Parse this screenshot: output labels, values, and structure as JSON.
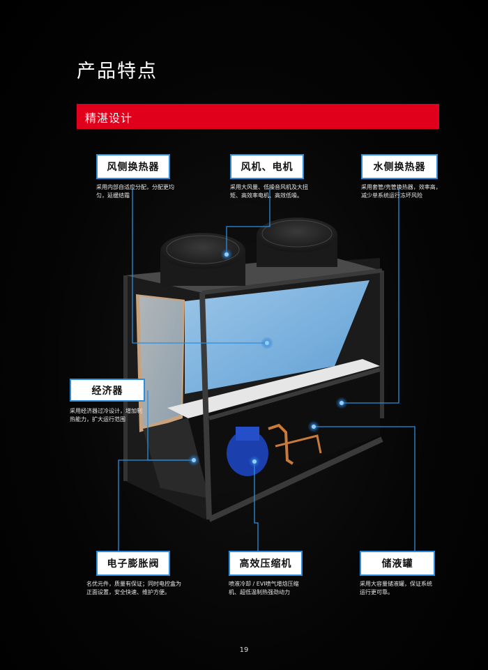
{
  "page_title": "产品特点",
  "section_title": "精湛设计",
  "features": {
    "air_hx": {
      "title": "风侧换热器",
      "desc": [
        "采用内部自适应分配，分配更均",
        "匀，延缓结霜"
      ]
    },
    "fan_motor": {
      "title": "风机、电机",
      "desc": [
        "采用大风量、低噪音风机及大扭",
        "矩、高效率电机、高效低噪。"
      ]
    },
    "water_hx": {
      "title": "水侧换热器",
      "desc": [
        "采用套管/壳管换热器，效率高，",
        "减少单系统运行冻坏风险"
      ]
    },
    "economizer": {
      "title": "经济器",
      "desc": [
        "采用经济器过冷设计，增加制",
        "热能力，扩大运行范围"
      ]
    },
    "exv": {
      "title": "电子膨胀阀",
      "desc": [
        "名优元件，质量有保证；同时电控盒为",
        "正面设置，安全快速、维护方便。"
      ]
    },
    "compressor": {
      "title": "高效压缩机",
      "desc": [
        "喷液冷却 / EVI喷气增焓压缩",
        "机、超低温制热强劲动力"
      ]
    },
    "receiver": {
      "title": "储液罐",
      "desc": [
        "采用大容量储液罐，保证系统",
        "运行更可靠。"
      ]
    }
  },
  "page_number": "19",
  "colors": {
    "accent_red": "#e1001b",
    "callout_blue": "#2a8ee0"
  }
}
